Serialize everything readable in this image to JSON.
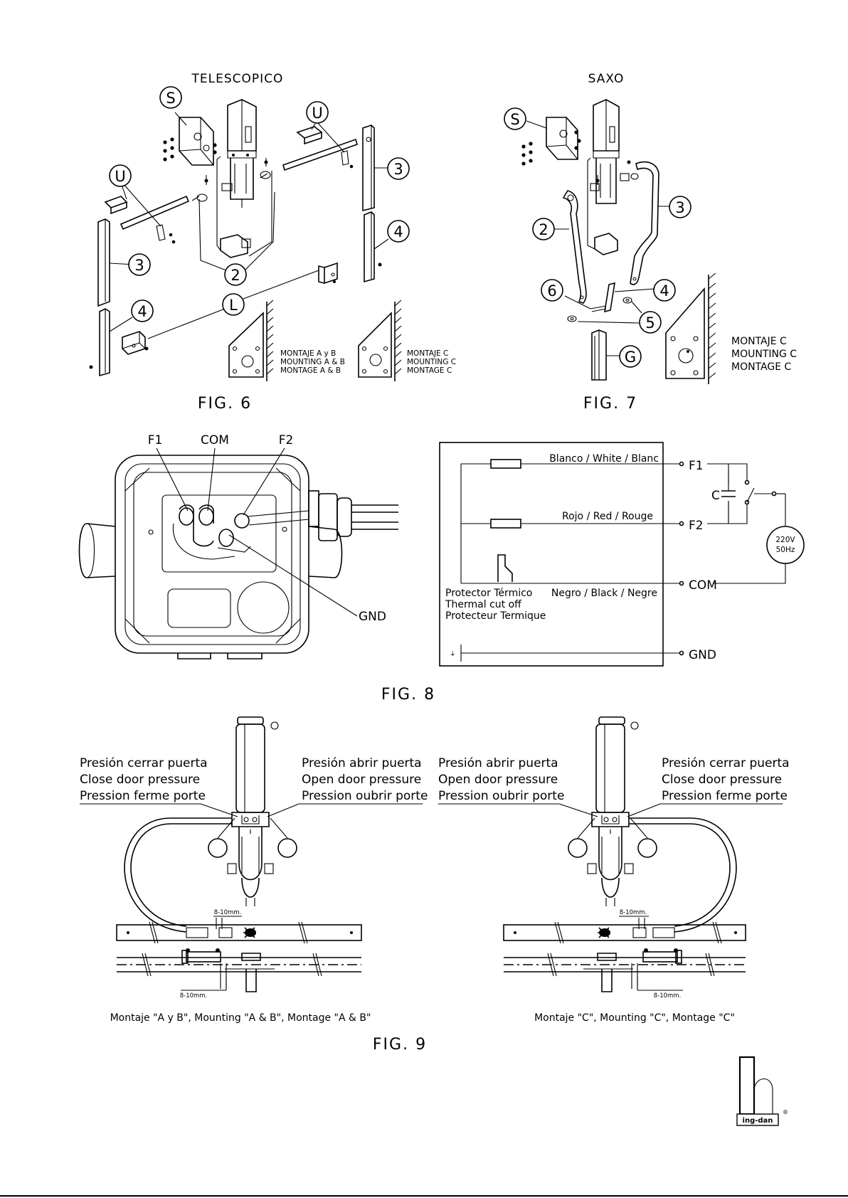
{
  "fig6": {
    "heading": "TELESCOPICO",
    "caption": "FIG. 6",
    "labels": {
      "s": "S",
      "u": "U",
      "two": "2",
      "three": "3",
      "four": "4",
      "l": "L"
    },
    "mount_ab": [
      "MONTAJE A y B",
      "MOUNTING A & B",
      "MONTAGE A & B"
    ],
    "mount_c": [
      "MONTAJE C",
      "MOUNTING C",
      "MONTAGE C"
    ]
  },
  "fig7": {
    "heading": "SAXO",
    "caption": "FIG. 7",
    "labels": {
      "s": "S",
      "two": "2",
      "three": "3",
      "four": "4",
      "five": "5",
      "six": "6",
      "g": "G"
    },
    "mount_c": [
      "MONTAJE C",
      "MOUNTING C",
      "MONTAGE C"
    ]
  },
  "fig8": {
    "caption": "FIG. 8",
    "terminal_labels": {
      "f1": "F1",
      "com": "COM",
      "f2": "F2",
      "gnd": "GND"
    },
    "wiring": {
      "white_wire": "Blanco / White / Blanc",
      "red_wire": "Rojo / Red / Rouge",
      "black_wire": "Negro / Black / Negre",
      "thermal": [
        "Protector Térmico",
        "Thermal cut off",
        "Protecteur Termique"
      ],
      "capacitor": "C",
      "supply": [
        "220V",
        "50Hz"
      ],
      "f1": "F1",
      "f2": "F2",
      "com": "COM",
      "gnd": "GND"
    }
  },
  "fig9": {
    "caption": "FIG. 9",
    "left": {
      "close_pressure": [
        "Presión cerrar puerta",
        "Close door pressure",
        "Pression ferme porte"
      ],
      "open_pressure": [
        "Presión abrir puerta",
        "Open door pressure",
        "Pression oubrir porte"
      ],
      "dim_top": "8-10mm.",
      "dim_bottom": "8-10mm.",
      "caption": "Montaje \"A y B\", Mounting \"A & B\", Montage \"A & B\""
    },
    "right": {
      "open_pressure": [
        "Presión abrir puerta",
        "Open door pressure",
        "Pression oubrir porte"
      ],
      "close_pressure": [
        "Presión cerrar puerta",
        "Close door pressure",
        "Pression ferme porte"
      ],
      "dim_top": "8-10mm.",
      "dim_bottom": "8-10mm.",
      "caption": "Montaje \"C\", Mounting \"C\", Montage \"C\""
    }
  },
  "logo": {
    "text": "ing-dan",
    "mark": "®"
  }
}
